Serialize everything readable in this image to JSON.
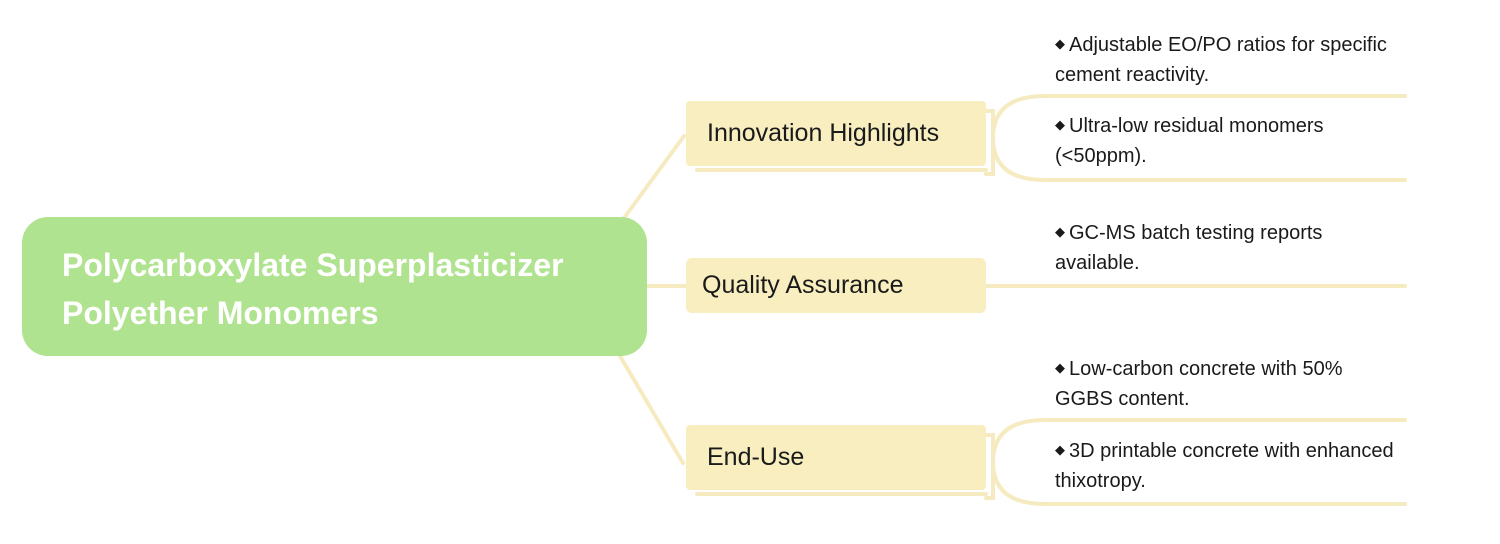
{
  "colors": {
    "root_fill": "#b0e38f",
    "root_text": "#ffffff",
    "branch_fill": "#f8eebf",
    "connector": "#f6ebc0",
    "text": "#1a1a1a"
  },
  "root": {
    "line1": "Polycarboxylate Superplasticizer",
    "line2": "Polyether Monomers"
  },
  "branches": [
    {
      "label": "Innovation Highlights",
      "leaves": [
        "Adjustable EO/PO ratios for specific cement reactivity.",
        "Ultra-low residual monomers (<50ppm)."
      ]
    },
    {
      "label": "Quality Assurance",
      "leaves": [
        "GC-MS batch testing reports available."
      ]
    },
    {
      "label": "End-Use",
      "leaves": [
        "Low-carbon concrete with 50% GGBS content.",
        "3D printable concrete with enhanced thixotropy."
      ]
    }
  ],
  "bullet_glyph": "◆"
}
